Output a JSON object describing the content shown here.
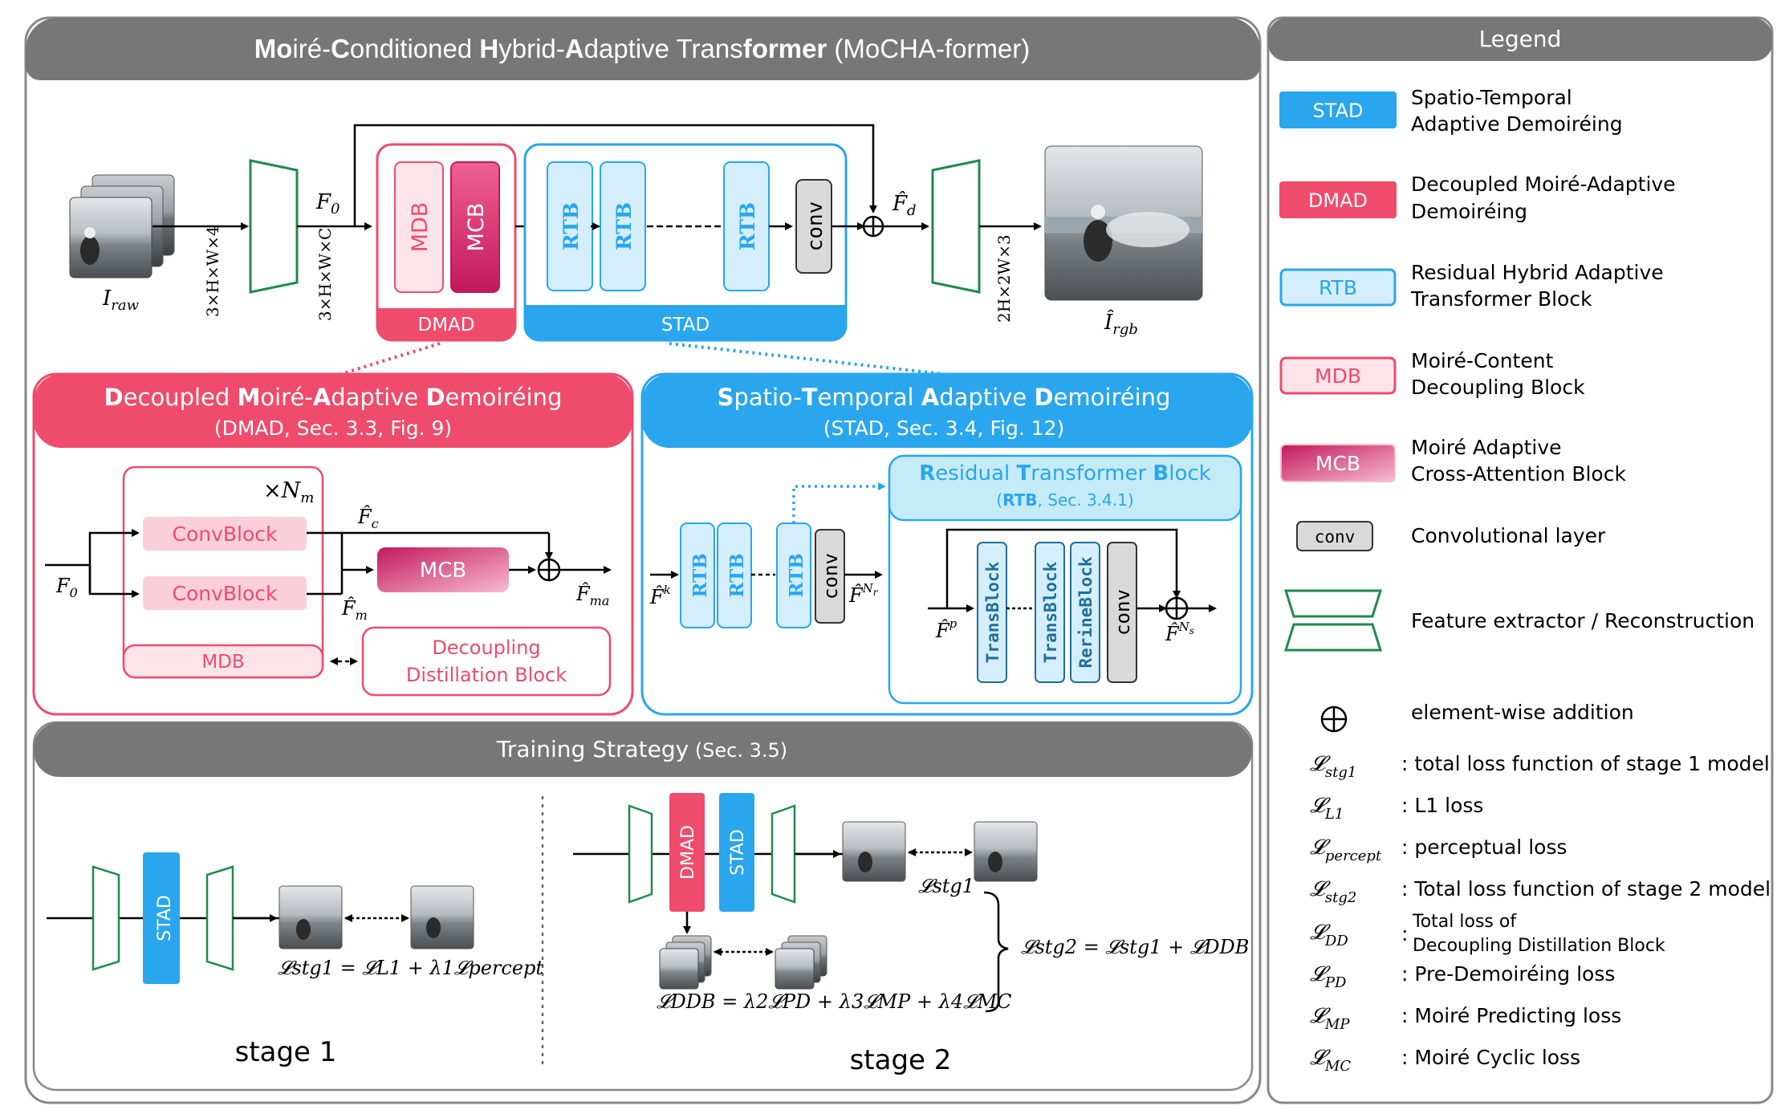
{
  "title": {
    "bold_prefix_parts": [
      "Mo",
      "iré-",
      "C",
      "onditioned ",
      "H",
      "ybrid-",
      "A",
      "daptive Trans",
      "former"
    ],
    "suffix": " (MoCHA-former)"
  },
  "legend": {
    "header": "Legend",
    "items": [
      {
        "swatch": "STAD",
        "line1": "Spatio-Temporal",
        "line2": "Adaptive Demoiréing"
      },
      {
        "swatch": "DMAD",
        "line1": "Decoupled Moiré-Adaptive",
        "line2": "Demoiréing"
      },
      {
        "swatch": "RTB",
        "line1": "Residual Hybrid Adaptive",
        "line2": "Transformer Block"
      },
      {
        "swatch": "MDB",
        "line1": "Moiré-Content",
        "line2": "Decoupling Block"
      },
      {
        "swatch": "MCB",
        "line1": "Moiré Adaptive",
        "line2": "Cross-Attention Block"
      },
      {
        "swatch": "conv",
        "line1": "Convolutional layer",
        "line2": ""
      },
      {
        "swatch": "",
        "line1": "Feature extractor / Reconstruction",
        "line2": ""
      },
      {
        "swatch": "",
        "line1": "element-wise addition",
        "line2": ""
      }
    ],
    "losses": [
      {
        "sym": "L",
        "sub": "stg1",
        "desc": ": total loss function of stage 1 model"
      },
      {
        "sym": "L",
        "sub": "L1",
        "desc": ": L1 loss"
      },
      {
        "sym": "L",
        "sub": "percept",
        "desc": ": perceptual loss"
      },
      {
        "sym": "L",
        "sub": "stg2",
        "desc": ": Total loss function of stage 2 model"
      },
      {
        "sym": "L",
        "sub": "DD",
        "desc1": "Total loss of",
        "desc2": "Decoupling Distillation Block"
      },
      {
        "sym": "L",
        "sub": "PD",
        "desc": ": Pre-Demoiréing loss"
      },
      {
        "sym": "L",
        "sub": "MP",
        "desc": ": Moiré Predicting loss"
      },
      {
        "sym": "L",
        "sub": "MC",
        "desc": ": Moiré Cyclic loss"
      }
    ]
  },
  "top": {
    "dim1": "3×H×W×4",
    "dim2": "3×H×W×C",
    "dim3": "2H×2W×3",
    "f0": "F",
    "f0_sub": "0",
    "fd": "F̂",
    "fd_sub": "d",
    "iraw": "I",
    "iraw_sub": "raw",
    "irgb": "Î",
    "irgb_sub": "rgb",
    "mdb": "MDB",
    "mcb": "MCB",
    "rtb": "RTB",
    "conv": "conv",
    "dmad": "DMAD",
    "stad": "STAD"
  },
  "dmad_panel": {
    "title_parts": [
      "D",
      "ecoupled ",
      "M",
      "oiré-",
      "A",
      "daptive ",
      "D",
      "emoiréing"
    ],
    "subtitle": "(DMAD, Sec. 3.3, Fig. 9)",
    "times_n": "×N",
    "times_n_sub": "m",
    "convblock": "ConvBlock",
    "mcb": "MCB",
    "mdb": "MDB",
    "ddb1": "Decoupling",
    "ddb2": "Distillation Block",
    "f0": "F",
    "f0_sub": "0",
    "fc": "F̂",
    "fc_sub": "c",
    "fm": "F̂",
    "fm_sub": "m",
    "fma": "F̂",
    "fma_sub": "ma"
  },
  "stad_panel": {
    "title_parts": [
      "S",
      "patio-",
      "T",
      "emporal ",
      "A",
      "daptive ",
      "D",
      "emoiréing"
    ],
    "subtitle": "(STAD, Sec. 3.4, Fig. 12)",
    "rtb_title_parts": [
      "R",
      "esidual ",
      "T",
      "ransformer ",
      "B",
      "lock"
    ],
    "rtb_subtitle_bold": "RTB",
    "rtb_subtitle_rest": ", Sec. 3.4.1)",
    "rtb": "RTB",
    "conv": "conv",
    "transblock": "TransBlock",
    "rerineblock": "RerineBlock",
    "fk": "F̂",
    "fk_sup": "k",
    "fnr": "F̂",
    "fnr_sup": "N",
    "fnr_sub": "r",
    "fp": "F̂",
    "fp_sup": "p",
    "fns": "F̂",
    "fns_sup": "N",
    "fns_sub": "s"
  },
  "training": {
    "title": "Training Strategy",
    "title_suffix": " (Sec. 3.5)",
    "stage1": "stage 1",
    "stage2": "stage 2",
    "stad": "STAD",
    "dmad": "DMAD",
    "eq1": "𝓛stg1 = 𝓛L1 + λ1𝓛percept",
    "lstg1": "𝓛stg1",
    "eq_stg2": "𝓛stg2 = 𝓛stg1 + 𝓛DDB",
    "eq_ddb": "𝓛DDB = λ2𝓛PD + λ3𝓛MP + λ4𝓛MC"
  }
}
